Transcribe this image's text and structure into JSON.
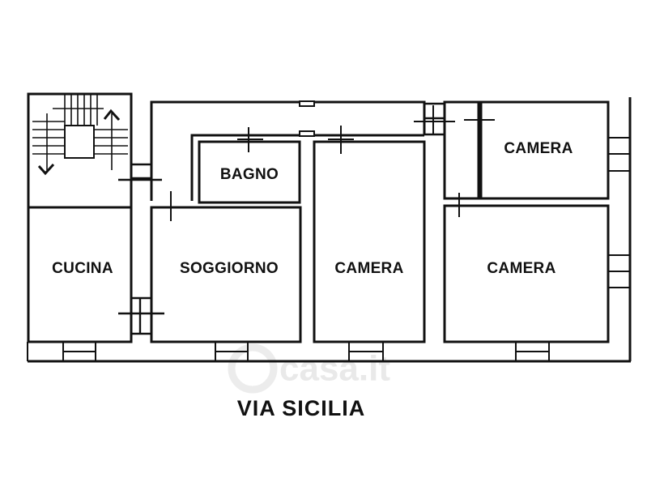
{
  "rooms": {
    "cucina": "CUCINA",
    "soggiorno": "SOGGIORNO",
    "bagno": "BAGNO",
    "camera_center": "CAMERA",
    "camera_top_right": "CAMERA",
    "camera_right": "CAMERA"
  },
  "street": "VIA SICILIA",
  "watermark": "casa.it",
  "colors": {
    "walls": "#111111",
    "background": "#ffffff",
    "watermark": "#e9e9e9"
  }
}
